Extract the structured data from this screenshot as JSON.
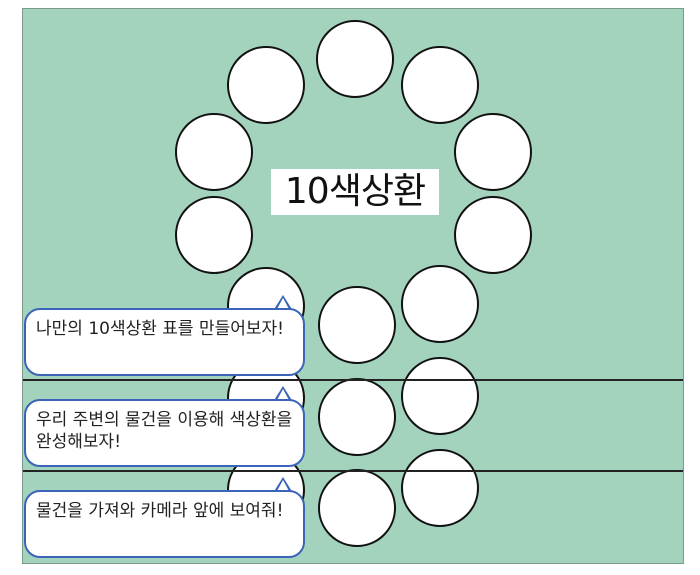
{
  "title": "10색상환",
  "colors": {
    "background": "#a3d3bd",
    "bubble_border": "#3b64b8"
  },
  "bubbles": [
    {
      "text": "나만의 10색상환 표를 만들어보자!"
    },
    {
      "text": "우리 주변의 물건을 이용해 색상환을 완성해보자!"
    },
    {
      "text": "물건을 가져와 카메라 앞에 보여줘!"
    }
  ]
}
